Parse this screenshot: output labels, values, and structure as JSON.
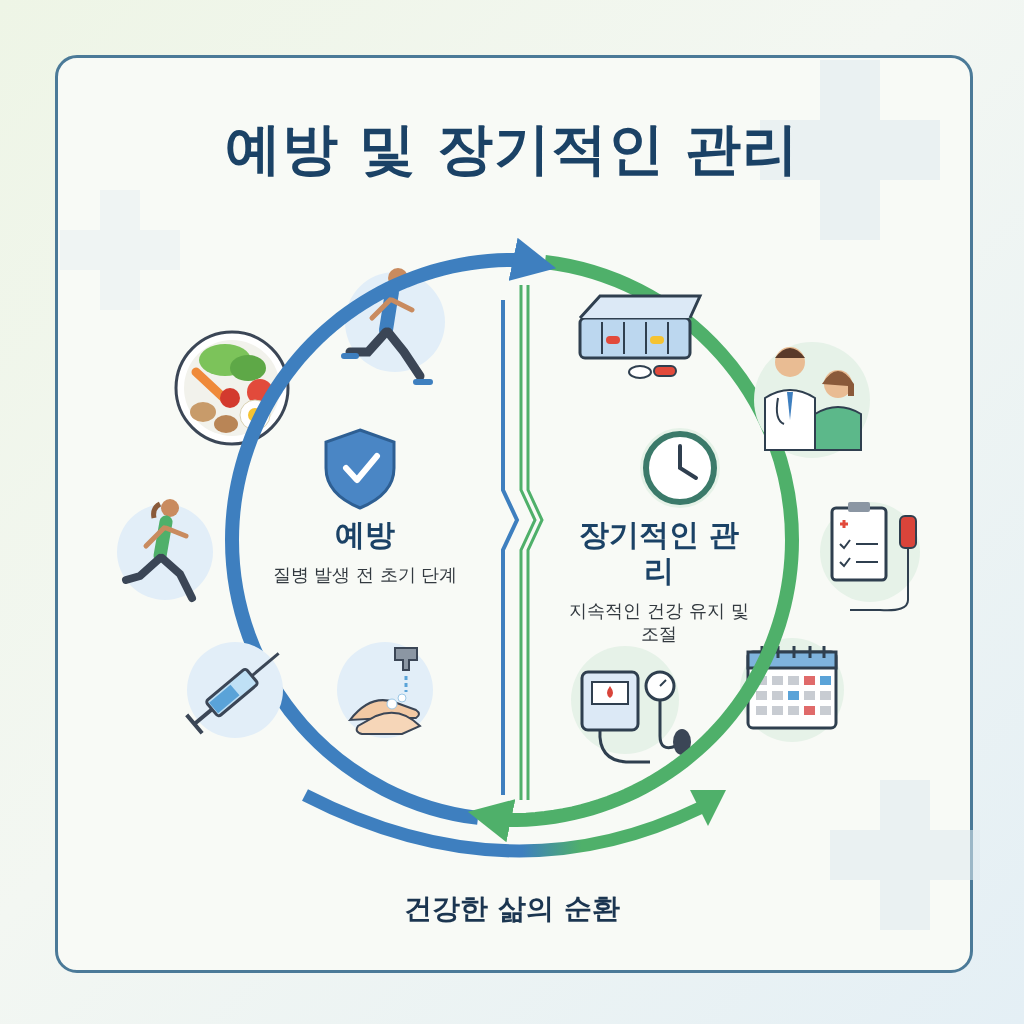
{
  "diagram": {
    "title": "예방 및 장기적인 관리",
    "caption": "건강한 삶의 순환",
    "nodes": [
      {
        "text": [
          "예방",
          "질병 발생 전 초기 단계"
        ]
      },
      {
        "text": [
          "장기적인 관리",
          "지속적인 건강 유지 및 조절"
        ]
      }
    ],
    "edges": [
      {
        "from": 0,
        "to": 1,
        "arrow": "to"
      },
      {
        "from": 1,
        "to": 0,
        "arrow": "to"
      }
    ]
  }
}
